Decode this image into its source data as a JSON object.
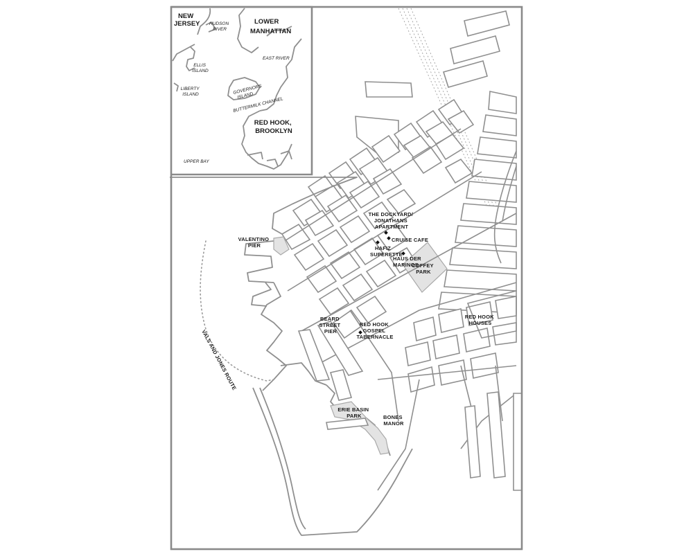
{
  "inset": {
    "labels": {
      "new_jersey_1": "NEW",
      "new_jersey_2": "JERSEY",
      "hudson_1": "HUDSON",
      "hudson_2": "RIVER",
      "lower_manhattan_1": "LOWER",
      "lower_manhattan_2": "MANHATTAN",
      "ellis_1": "ELLIS",
      "ellis_2": "ISLAND",
      "east_river": "EAST RIVER",
      "liberty_1": "LIBERTY",
      "liberty_2": "ISLAND",
      "governors_1": "GOVERNORS",
      "governors_2": "ISLAND",
      "buttermilk": "BUTTERMILK CHANNEL",
      "red_hook_1": "RED HOOK,",
      "red_hook_2": "BROOKLYN",
      "upper_bay": "UPPER BAY"
    }
  },
  "main": {
    "labels": {
      "dockyard_1": "THE DOCKYARD/",
      "dockyard_2": "JONATHANS",
      "dockyard_3": "APARTMENT",
      "cruise_cafe": "CRUISE CAFE",
      "hafiz_1": "HAFIZ",
      "hafiz_2": "SUPERETTE",
      "haus_1": "HAUS DER",
      "haus_2": "MARINOS",
      "coffey_1": "COFFEY",
      "coffey_2": "PARK",
      "valentino_1": "VALENTINO",
      "valentino_2": "PIER",
      "red_hook_houses_1": "RED HOOK",
      "red_hook_houses_2": "HOUSES",
      "beard_1": "BEARD",
      "beard_2": "STREET",
      "beard_3": "PIER",
      "tabernacle_1": "RED HOOK",
      "tabernacle_2": "GOSPEL",
      "tabernacle_3": "TABERNACLE",
      "vals_route": "VALS AND JONES ROUTE",
      "erie_1": "ERIE BASIN",
      "erie_2": "PARK",
      "bones_1": "BONES",
      "bones_2": "MANOR"
    }
  },
  "colors": {
    "line": "#8f8f8f",
    "park_fill": "#e3e3e3",
    "marker": "#111111",
    "text": "#1a1a1a"
  }
}
